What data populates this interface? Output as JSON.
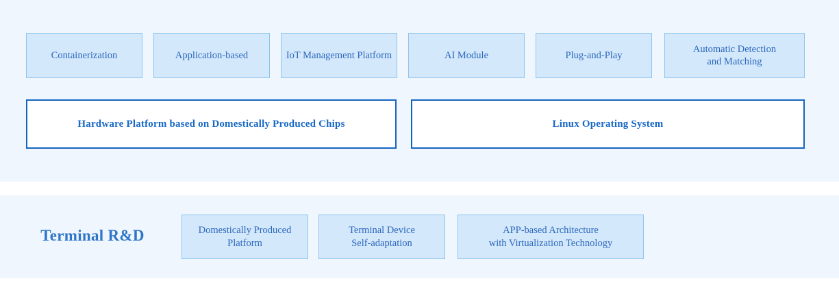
{
  "colors": {
    "panel_background": "#eff6fd",
    "chip_fill": "#d4e8fb",
    "chip_border": "#8cc5ee",
    "chip_text": "#2a67bd",
    "foundation_border": "#1565c0",
    "foundation_fill": "#ffffff",
    "foundation_text": "#1868c6",
    "section_title_text": "#2f76c9",
    "page_background": "#ffffff"
  },
  "architecture_panel": {
    "capabilities": [
      {
        "label": "Containerization"
      },
      {
        "label": "Application-based"
      },
      {
        "label": "IoT Management Platform"
      },
      {
        "label": "AI Module"
      },
      {
        "label": "Plug-and-Play"
      },
      {
        "label": "Automatic Detection\nand Matching"
      }
    ],
    "foundations": [
      {
        "label": "Hardware Platform based on Domestically Produced Chips"
      },
      {
        "label": "Linux Operating System"
      }
    ]
  },
  "terminal_panel": {
    "title": "Terminal R&D",
    "capabilities": [
      {
        "label": "Domestically Produced\nPlatform"
      },
      {
        "label": "Terminal Device\nSelf-adaptation"
      },
      {
        "label": "APP-based Architecture\nwith Virtualization Technology"
      }
    ]
  }
}
